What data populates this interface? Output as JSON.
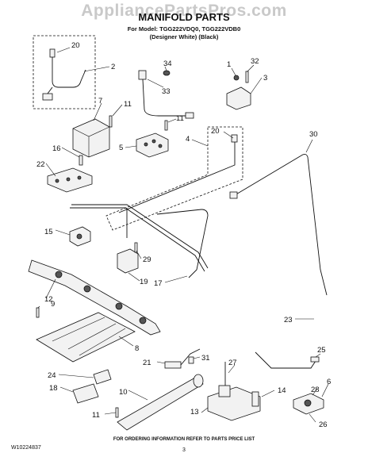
{
  "watermark": "AppliancePartsPros.com",
  "title": "MANIFOLD PARTS",
  "subtitle_line1": "For Model: TGG222VDQ0, TGG222VDB0",
  "subtitle_line2": "(Designer White)    (Black)",
  "footer_note": "FOR ORDERING INFORMATION REFER TO PARTS PRICE LIST",
  "doc_number": "W10224837",
  "page_number": "3",
  "callouts": [
    "20",
    "2",
    "34",
    "33",
    "1",
    "32",
    "3",
    "7",
    "11",
    "11",
    "5",
    "4",
    "20",
    "30",
    "16",
    "22",
    "15",
    "29",
    "19",
    "17",
    "12",
    "9",
    "23",
    "8",
    "21",
    "31",
    "27",
    "25",
    "24",
    "18",
    "10",
    "28",
    "6",
    "14",
    "11",
    "13",
    "26"
  ]
}
